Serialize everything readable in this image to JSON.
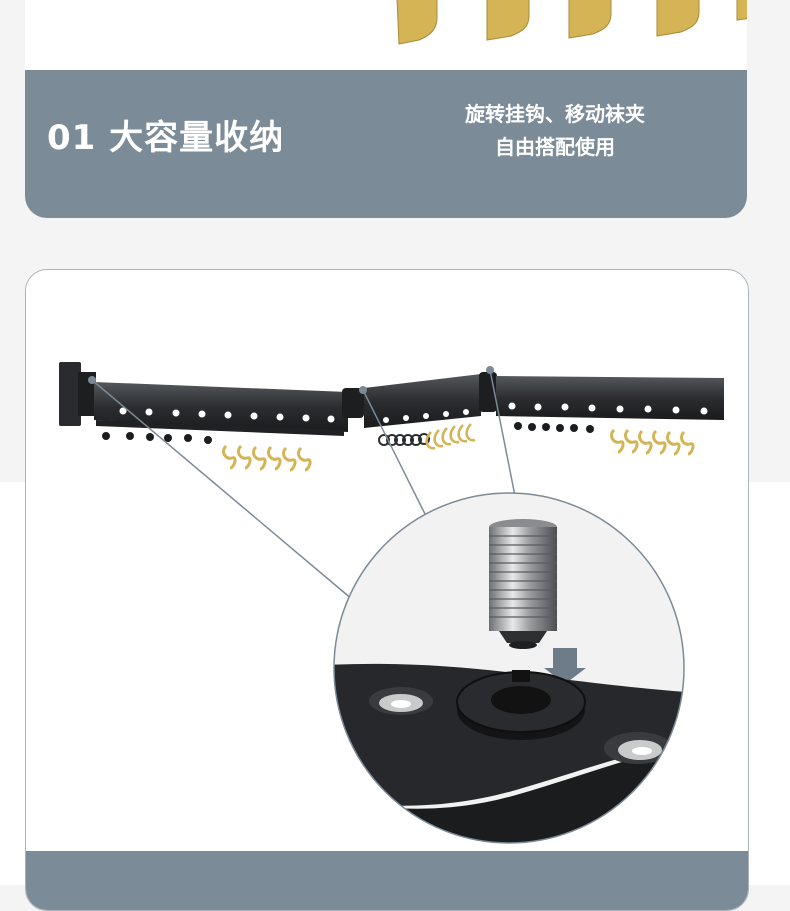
{
  "section": {
    "title": "01 大容量收纳",
    "subtitle_lines": [
      "旋转挂钩、移动袜夹",
      "自由搭配使用"
    ]
  },
  "colors": {
    "band": "#7c8b98",
    "rail": "#2b2d30",
    "gold": "#d4b454",
    "page_bg": "#f4f4f4"
  },
  "product_image": "folding-drying-rack-with-hooks-and-clips",
  "detail_image": "rotating-joint-screw-closeup"
}
